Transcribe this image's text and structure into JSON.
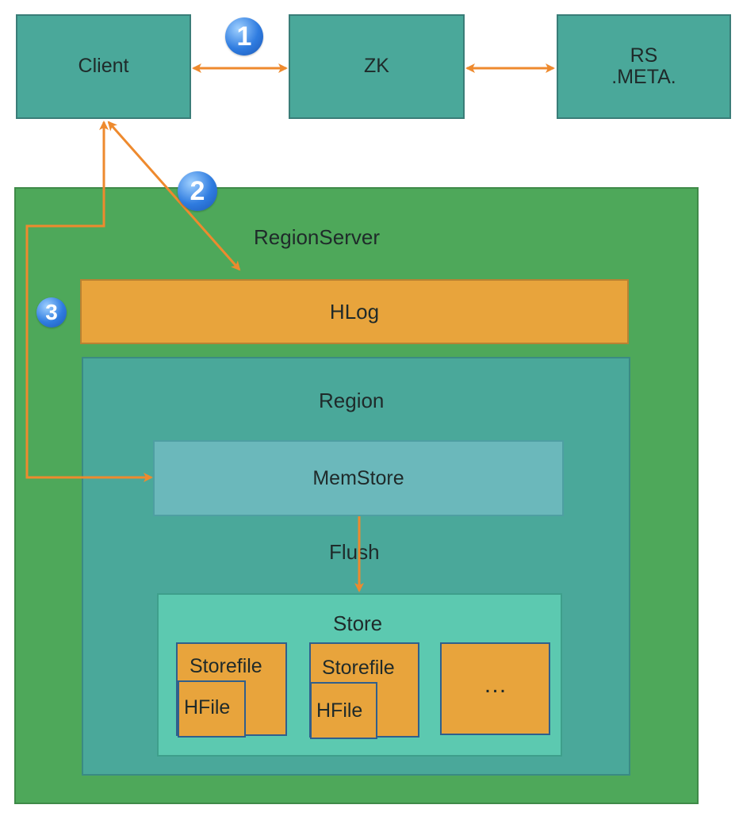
{
  "top": {
    "client": "Client",
    "zk": "ZK",
    "rs_meta_line1": "RS",
    "rs_meta_line2": ".META."
  },
  "regionserver": {
    "title": "RegionServer",
    "hlog": "HLog",
    "region": {
      "title": "Region",
      "memstore": "MemStore",
      "flush": "Flush",
      "store": {
        "title": "Store",
        "storefile1": "Storefile",
        "hfile1": "HFile",
        "storefile2": "Storefile",
        "hfile2": "HFile",
        "ellipsis": "…"
      }
    }
  },
  "steps": {
    "one": "1",
    "two": "2",
    "three": "3"
  },
  "colors": {
    "arrow": "#ee8a2e",
    "badge": "#2f7ce0"
  }
}
